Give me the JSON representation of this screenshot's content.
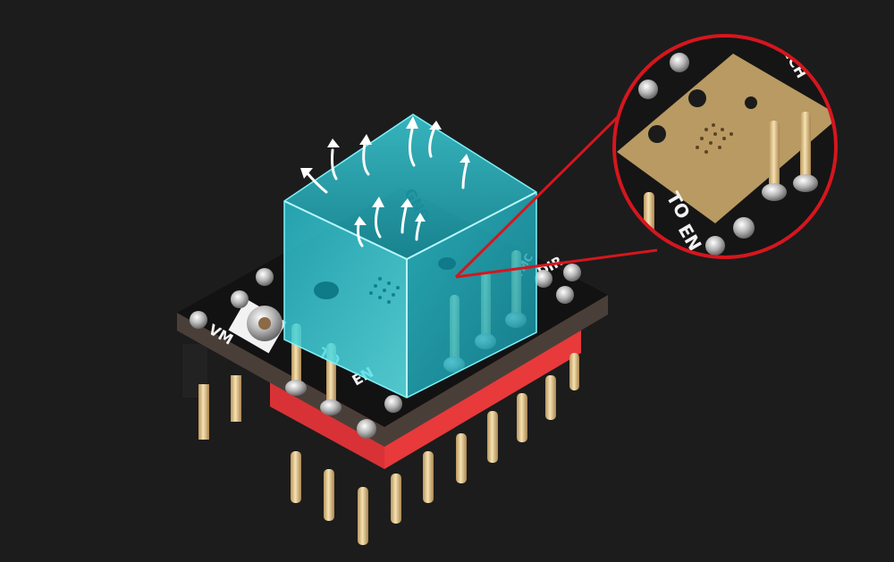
{
  "scene": {
    "description": "Stepper motor driver module with translucent cyan heat-dissipation cube and red magnifier callout of exposed copper thermal pad",
    "background_color": "#1c1c1c"
  },
  "board": {
    "pcb_color": "#121212",
    "header_color": "#e8393b",
    "pin_color": "#e9cf9a",
    "silkscreen_labels": {
      "vm": "VM",
      "gnd": "GND",
      "ena": "EN",
      "to": "TO",
      "dir": "DIR",
      "brand_line1": "BIGTREETECH",
      "brand_line2": "TMC"
    }
  },
  "heat_cube": {
    "color": "#2fd3e0",
    "arrow_count": 11,
    "label": "GND"
  },
  "callout": {
    "border_color": "#d5161e",
    "pad_color": "#b89a62",
    "labels": {
      "to": "TO",
      "en": "EN",
      "brand": "TECH"
    }
  }
}
